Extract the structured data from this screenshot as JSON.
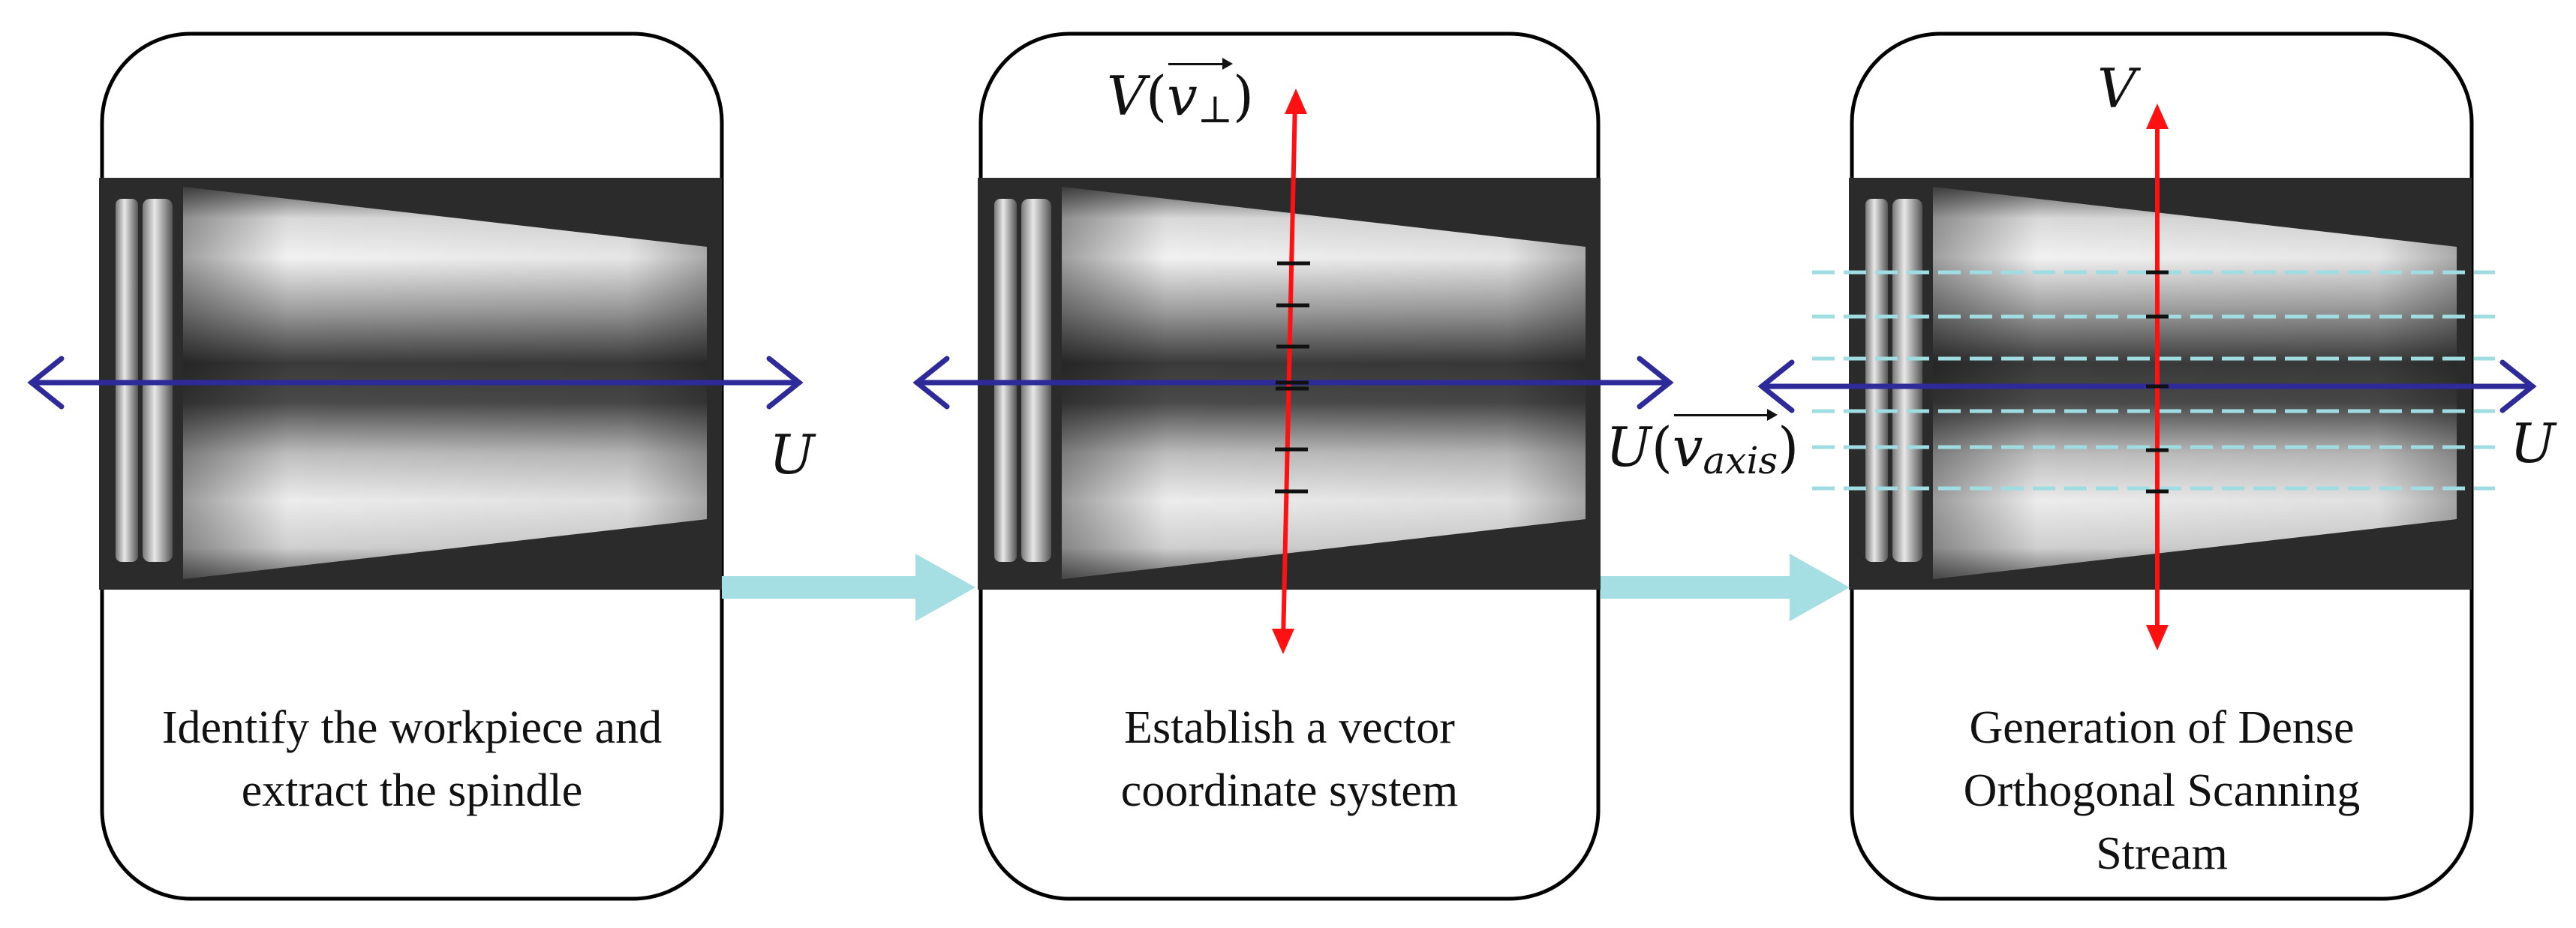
{
  "panels": [
    {
      "caption_lines": [
        "Identify the workpiece and",
        "extract the spindle"
      ]
    },
    {
      "caption_lines": [
        "Establish a vector",
        "coordinate system"
      ]
    },
    {
      "caption_lines": [
        "Generation of Dense",
        "Orthogonal Scanning",
        "Stream"
      ]
    }
  ],
  "labels": {
    "u": "U",
    "v": "V",
    "perp_base": "v",
    "perp_sub": "⊥",
    "axis_base": "v",
    "axis_sub": "axis"
  },
  "colors": {
    "horizontal_axis": "#2e2a9a",
    "vertical_axis": "#ff1111",
    "flow_arrow": "#a6dfe3",
    "scan_lines": "#9fdde2",
    "panel_border": "#000000",
    "photo_background": "#2b2b2b"
  }
}
